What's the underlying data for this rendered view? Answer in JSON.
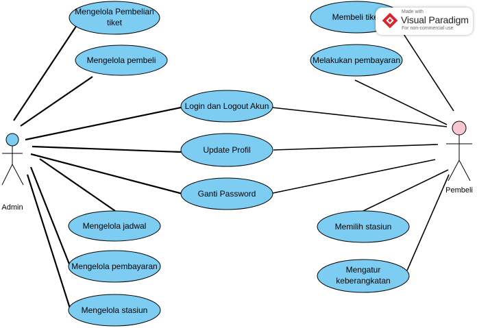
{
  "actors": {
    "admin": "Admin",
    "pembeli": "Pembeli"
  },
  "use_cases": {
    "kelola_pembelian": [
      "Mengelola Pembelian",
      "tiket"
    ],
    "kelola_pembeli": "Mengelola pembeli",
    "login_logout": "Login dan Logout Akun",
    "update_profil": "Update Profil",
    "ganti_password": "Ganti Password",
    "kelola_jadwal": "Mengelola jadwal",
    "kelola_pembayaran": "Mengelola pembayaran",
    "kelola_stasiun": "Mengelola stasiun",
    "membeli_tiket": "Membeli tiket",
    "melakukan_pembayaran": "Melakukan pembayaran",
    "memilih_stasiun": "Memilih stasiun",
    "mengatur_keberangkatan": [
      "Mengatur",
      "keberangkatan"
    ]
  },
  "watermark": {
    "made_with": "Made with",
    "brand": "Visual Paradigm",
    "note": "For non-commercial use"
  },
  "colors": {
    "use_case_fill": "#7dcdf3",
    "admin_head": "#7dcdf3",
    "pembeli_head": "#f8c6d1",
    "line": "#000000",
    "watermark_red": "#d8262e"
  }
}
